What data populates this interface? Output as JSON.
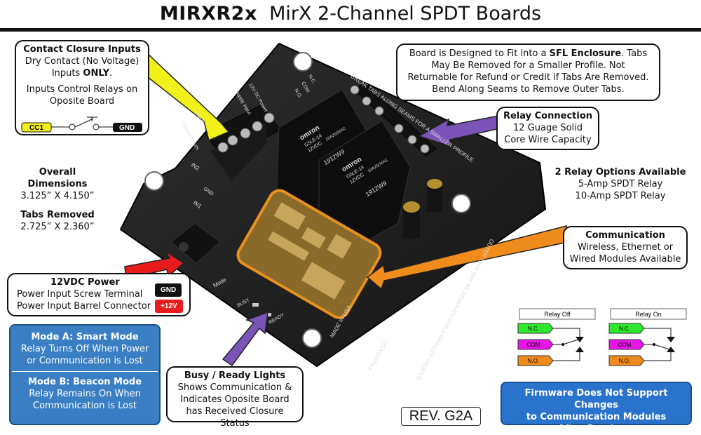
{
  "title": {
    "model": "MIRXR2x",
    "subtitle": "MirX 2-Channel SPDT Boards"
  },
  "contact_inputs": {
    "heading": "Contact Closure Inputs",
    "line1": "Dry Contact (No Voltage)",
    "line2_a": "Inputs ",
    "line2_b": "ONLY",
    "line2_c": ".",
    "line3": "Inputs Control Relays on",
    "line4": "Oposite Board",
    "cc1": "CC1",
    "gnd": "GND"
  },
  "enclosure_note": {
    "part1": "Board is Designed to Fit into a ",
    "bold": "SFL Enclosure",
    "part2": ". Tabs",
    "line2": "May Be Removed for a Smaller Profile.  Not",
    "line3": "Returnable for Refund or Credit if Tabs Are Removed.",
    "line4": "Bend Along Seams to Remove Outer Tabs."
  },
  "relay_connection": {
    "heading": "Relay Connection",
    "line1": "12 Guage Solid",
    "line2": "Core Wire Capacity"
  },
  "dimensions": {
    "overall_heading1": "Overall",
    "overall_heading2": "Dimensions",
    "overall_value": "3.125” X 4.150”",
    "tabs_heading": "Tabs Removed",
    "tabs_value": "2.725” X 2.360”"
  },
  "relay_options": {
    "heading": "2 Relay Options Available",
    "line1": "5-Amp SPDT Relay",
    "line2": "10-Amp SPDT Relay"
  },
  "communication": {
    "heading": "Communication",
    "line1": "Wireless, Ethernet or",
    "line2": "Wired Modules Available"
  },
  "power": {
    "heading": "12VDC Power",
    "line1": "Power Input Screw Terminal",
    "line2": "Power Input Barrel Connector",
    "gnd": "GND",
    "plus12": "+12V"
  },
  "modes": {
    "a_heading": "Mode A: Smart Mode",
    "a_line1": "Relay Turns Off When Power",
    "a_line2": "or Communication is Lost",
    "b_heading": "Mode B: Beacon Mode",
    "b_line1": "Relay Remains On When",
    "b_line2": "Communication is Lost"
  },
  "busy_ready": {
    "heading": "Busy / Ready Lights",
    "line1": "Shows Communication &",
    "line2": "Indicates Oposite Board",
    "line3": "has Received Closure Status"
  },
  "revision": "REV. G2A",
  "firmware_note": {
    "line1": "Firmware Does Not Support Changes",
    "line2": "to  Communication Modules",
    "line3": "After Purchase"
  },
  "relay_diagrams": {
    "off_label": "Relay Off",
    "on_label": "Relay On",
    "nc": "N.C.",
    "com": "COM",
    "no": "N.O."
  },
  "board_print": {
    "relay_brand": "omron",
    "relay_model": "G5LE-14",
    "relay_voltage": "12VDC",
    "relay_rating": "10A250VAC",
    "relay_date": "1912W9",
    "edge_text": "BREAK TABS ALONG SEAMS FOR A SMALLER PROFILE",
    "edge_text2": "OUTER TABS MAY BE REMOVED FOR A SMALLER PROFILE",
    "made_in": "MADE IN USA",
    "part": "PR1591XSFL",
    "mode_label": "Mode",
    "busy": "BUSY",
    "ready": "READY",
    "in1": "IN1",
    "in2": "IN2",
    "gnd": "GND",
    "supply": "Supply Input",
    "terminal_12v": "12V DC Power",
    "contact": "Contact Inputs",
    "only": "ONLY",
    "nc": "N.C.",
    "com": "COM",
    "no": "N.O."
  },
  "colors": {
    "nc_green": "#2ee82e",
    "com_magenta": "#e815e8",
    "no_orange": "#f08a1c",
    "arrow_yellow": "#f2f21a",
    "arrow_purple": "#7b54b8",
    "arrow_red": "#e81c1c",
    "arrow_orange": "#ef8c1b",
    "mode_blue": "#3a7fc4",
    "firmware_blue": "#2a73cc"
  }
}
